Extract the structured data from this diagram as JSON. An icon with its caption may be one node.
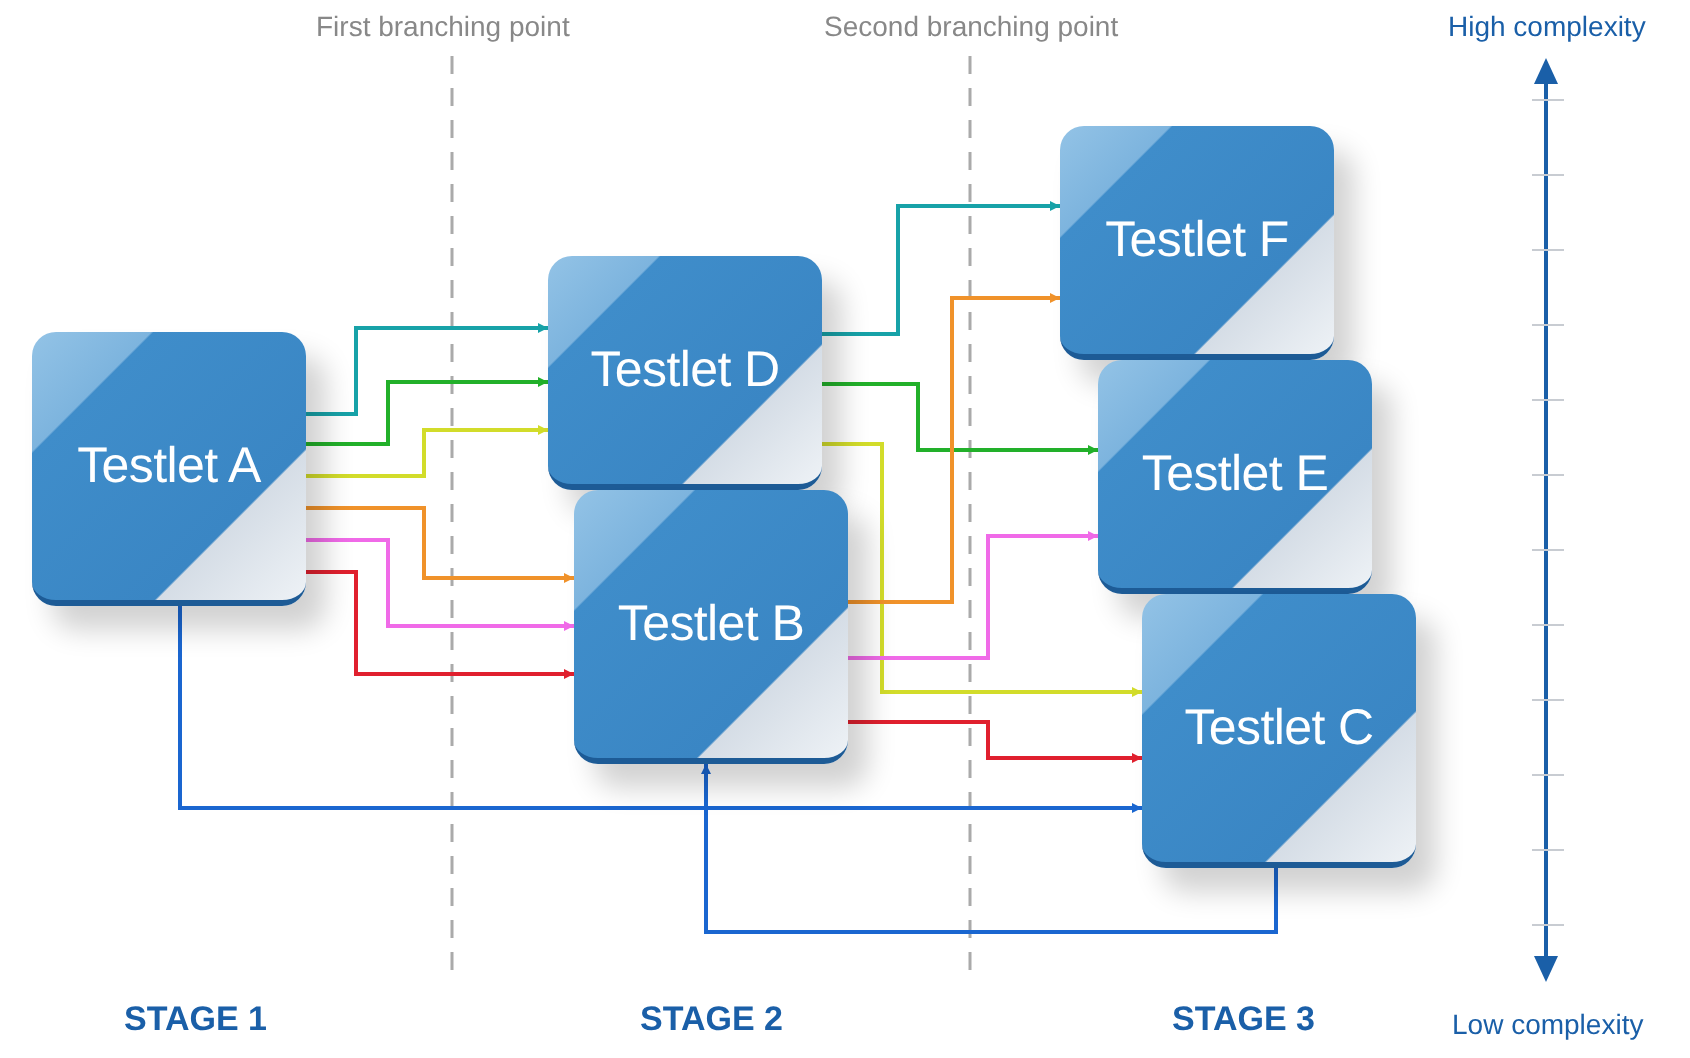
{
  "diagram": {
    "nodes": [
      {
        "text": [
          "Testlet A"
        ]
      },
      {
        "text": [
          "Testlet D"
        ]
      },
      {
        "text": [
          "Testlet B"
        ]
      },
      {
        "text": [
          "Testlet F"
        ]
      },
      {
        "text": [
          "Testlet E"
        ]
      },
      {
        "text": [
          "Testlet C"
        ]
      }
    ],
    "edges": [
      {
        "from": 0,
        "to": 1,
        "arrow": "to",
        "color": "#17a2a8"
      },
      {
        "from": 0,
        "to": 1,
        "arrow": "to",
        "color": "#22b02a"
      },
      {
        "from": 0,
        "to": 1,
        "arrow": "to",
        "color": "#d2dc2a"
      },
      {
        "from": 0,
        "to": 2,
        "arrow": "to",
        "color": "#f0922a"
      },
      {
        "from": 0,
        "to": 2,
        "arrow": "to",
        "color": "#f06ae8"
      },
      {
        "from": 0,
        "to": 2,
        "arrow": "to",
        "color": "#e0202e"
      },
      {
        "from": 0,
        "to": 5,
        "arrow": "to",
        "color": "#1a66d0"
      },
      {
        "from": 1,
        "to": 3,
        "arrow": "to",
        "color": "#17a2a8"
      },
      {
        "from": 1,
        "to": 4,
        "arrow": "to",
        "color": "#22b02a"
      },
      {
        "from": 1,
        "to": 5,
        "arrow": "to",
        "color": "#d2dc2a"
      },
      {
        "from": 2,
        "to": 3,
        "arrow": "to",
        "color": "#f0922a"
      },
      {
        "from": 2,
        "to": 4,
        "arrow": "to",
        "color": "#f06ae8"
      },
      {
        "from": 2,
        "to": 5,
        "arrow": "to",
        "color": "#e0202e"
      },
      {
        "from": 5,
        "to": 2,
        "arrow": "to",
        "color": "#1a66d0"
      }
    ],
    "labels": [
      "First branching point",
      "Second branching point",
      "High complexity",
      "STAGE 1",
      "STAGE 2",
      "STAGE 3",
      "Low complexity"
    ]
  }
}
